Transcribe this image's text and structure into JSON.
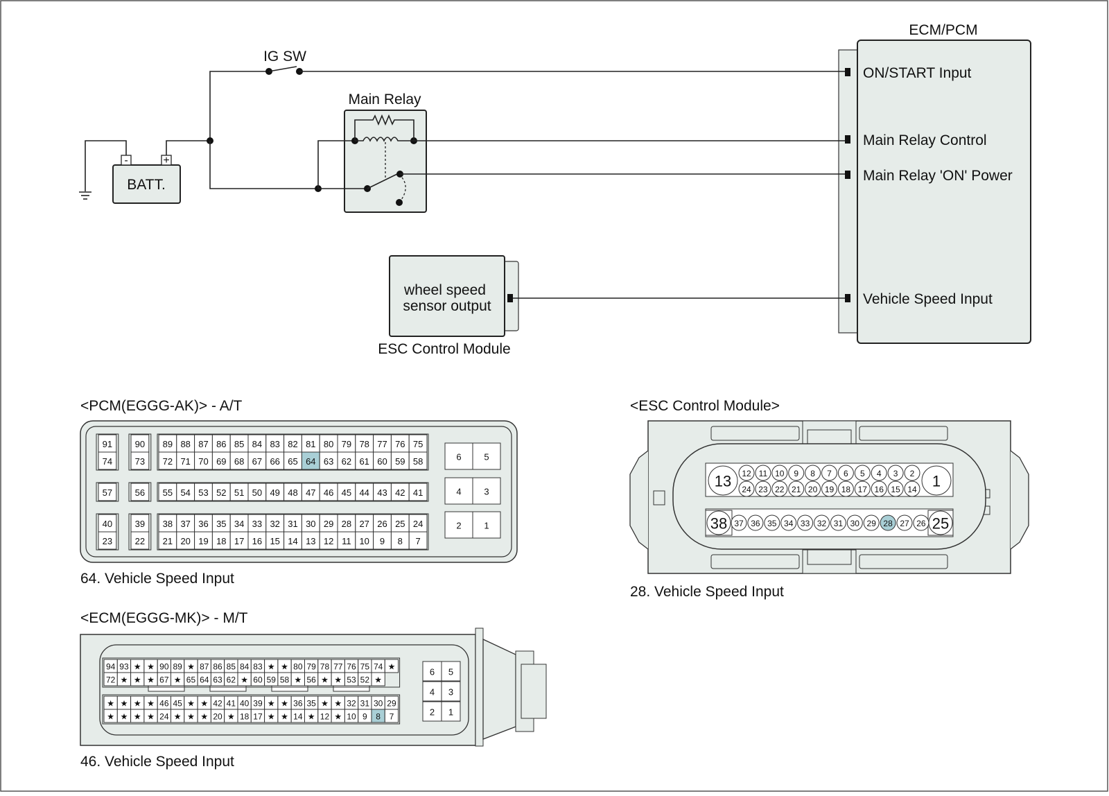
{
  "diagram": {
    "ig_sw_label": "IG SW",
    "main_relay_label": "Main Relay",
    "battery_label": "BATT.",
    "battery_minus": "-",
    "battery_plus": "+",
    "ecm_title": "ECM/PCM",
    "ecm_pins": [
      "ON/START Input",
      "Main Relay Control",
      "Main Relay 'ON' Power",
      "Vehicle Speed Input"
    ],
    "sensor_line1": "wheel speed",
    "sensor_line2": "sensor output",
    "esc_caption": "ESC Control Module"
  },
  "pcm_connector": {
    "title": "<PCM(EGGG-AK)> - A/T",
    "caption": "64. Vehicle Speed Input",
    "highlight": "64",
    "block_a": [
      [
        "91",
        "74"
      ],
      [
        "57"
      ],
      [
        "40",
        "23"
      ]
    ],
    "block_b": [
      [
        "90",
        "73"
      ],
      [
        "56"
      ],
      [
        "39",
        "22"
      ]
    ],
    "main_rows": [
      [
        "89",
        "88",
        "87",
        "86",
        "85",
        "84",
        "83",
        "82",
        "81",
        "80",
        "79",
        "78",
        "77",
        "76",
        "75"
      ],
      [
        "72",
        "71",
        "70",
        "69",
        "68",
        "67",
        "66",
        "65",
        "64",
        "63",
        "62",
        "61",
        "60",
        "59",
        "58"
      ],
      [
        "55",
        "54",
        "53",
        "52",
        "51",
        "50",
        "49",
        "48",
        "47",
        "46",
        "45",
        "44",
        "43",
        "42",
        "41"
      ],
      [
        "38",
        "37",
        "36",
        "35",
        "34",
        "33",
        "32",
        "31",
        "30",
        "29",
        "28",
        "27",
        "26",
        "25",
        "24"
      ],
      [
        "21",
        "20",
        "19",
        "18",
        "17",
        "16",
        "15",
        "14",
        "13",
        "12",
        "11",
        "10",
        "9",
        "8",
        "7"
      ]
    ],
    "right_pairs": [
      [
        "6",
        "5"
      ],
      [
        "4",
        "3"
      ],
      [
        "2",
        "1"
      ]
    ]
  },
  "esc_connector": {
    "title": "<ESC Control Module>",
    "caption": "28. Vehicle Speed Input",
    "highlight": "28",
    "big_pins": [
      "13",
      "1",
      "38",
      "25"
    ],
    "row1": [
      "12",
      "11",
      "10",
      "9",
      "8",
      "7",
      "6",
      "5",
      "4",
      "3",
      "2"
    ],
    "row2": [
      "24",
      "23",
      "22",
      "21",
      "20",
      "19",
      "18",
      "17",
      "16",
      "15",
      "14"
    ],
    "row3": [
      "37",
      "36",
      "35",
      "34",
      "33",
      "32",
      "31",
      "30",
      "29",
      "28",
      "27",
      "26"
    ]
  },
  "ecm_connector": {
    "title": "<ECM(EGGG-MK)> - M/T",
    "caption": "46. Vehicle Speed Input",
    "highlight": "8",
    "rows": [
      [
        "94",
        "93",
        "★",
        "★",
        "90",
        "89",
        "★",
        "87",
        "86",
        "85",
        "84",
        "83",
        "★",
        "★",
        "80",
        "79",
        "78",
        "77",
        "76",
        "75",
        "74",
        "★"
      ],
      [
        "72",
        "★",
        "★",
        "★",
        "67",
        "★",
        "65",
        "64",
        "63",
        "62",
        "★",
        "60",
        "59",
        "58",
        "★",
        "56",
        "★",
        "★",
        "53",
        "52",
        "★"
      ],
      [
        "★",
        "★",
        "★",
        "★",
        "46",
        "45",
        "★",
        "★",
        "42",
        "41",
        "40",
        "39",
        "★",
        "★",
        "36",
        "35",
        "★",
        "★",
        "32",
        "31",
        "30",
        "29"
      ],
      [
        "★",
        "★",
        "★",
        "★",
        "24",
        "★",
        "★",
        "★",
        "20",
        "★",
        "18",
        "17",
        "★",
        "★",
        "14",
        "★",
        "12",
        "★",
        "10",
        "9",
        "8",
        "7"
      ]
    ],
    "right_pairs": [
      [
        "6",
        "5"
      ],
      [
        "4",
        "3"
      ],
      [
        "2",
        "1"
      ]
    ]
  }
}
